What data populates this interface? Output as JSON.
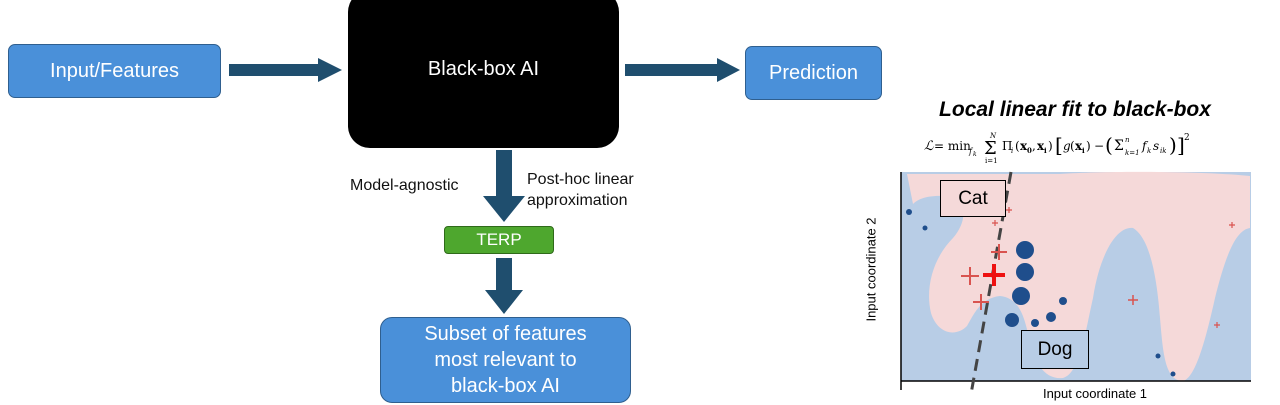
{
  "flow": {
    "input_label": "Input/Features",
    "blackbox_label": "Black-box AI",
    "prediction_label": "Prediction",
    "model_agnostic_label": "Model-agnostic",
    "posthoc_line1": "Post-hoc linear",
    "posthoc_line2": "approximation",
    "terp_label": "TERP",
    "subset_line1": "Subset of features",
    "subset_line2": "most relevant to",
    "subset_line3": "black-box AI"
  },
  "plot": {
    "title": "Local linear fit to black-box",
    "formula": "ℒ = min_{f_k} Σ_{i=1}^{N} Π_i(x₀, x_i) [ g(x_i) − ( Σ_{k=1}^{n} f_k s_ik ) ]²",
    "xlabel": "Input coordinate 1",
    "ylabel": "Input coordinate 2",
    "cat_label": "Cat",
    "dog_label": "Dog"
  },
  "colors": {
    "box_blue": "#4a90d9",
    "blackbox": "#000000",
    "terp_green": "#4ea72e",
    "arrow": "#1f4e6e",
    "region_blue": "#b8cde6",
    "region_pink": "#f5d9d9",
    "dot_blue": "#1f4e8c",
    "plus_red": "#d9534f"
  }
}
